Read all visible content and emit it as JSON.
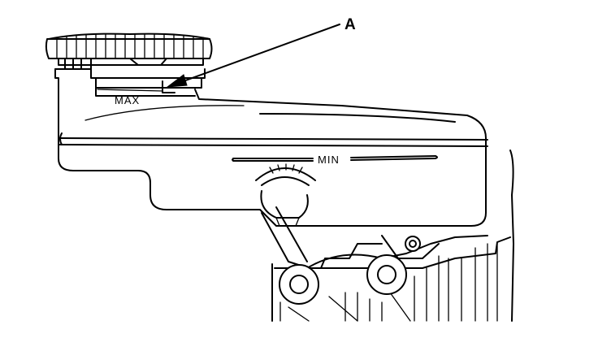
{
  "callout": {
    "letter": "A"
  },
  "level_marks": {
    "max": "MAX",
    "min": "MIN"
  }
}
